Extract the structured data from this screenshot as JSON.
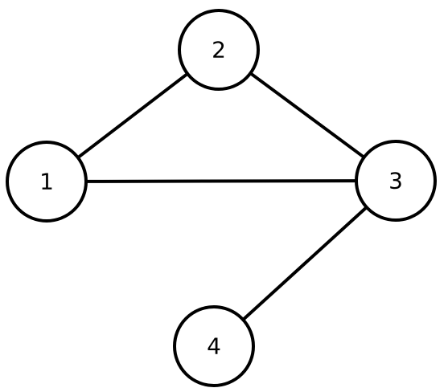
{
  "graph": {
    "stroke_color": "#000000",
    "fill_color": "#ffffff",
    "nodes": [
      {
        "id": "1",
        "label": "1"
      },
      {
        "id": "2",
        "label": "2"
      },
      {
        "id": "3",
        "label": "3"
      },
      {
        "id": "4",
        "label": "4"
      }
    ],
    "edges": [
      {
        "from": "1",
        "to": "2"
      },
      {
        "from": "1",
        "to": "3"
      },
      {
        "from": "2",
        "to": "3"
      },
      {
        "from": "3",
        "to": "4"
      }
    ]
  }
}
